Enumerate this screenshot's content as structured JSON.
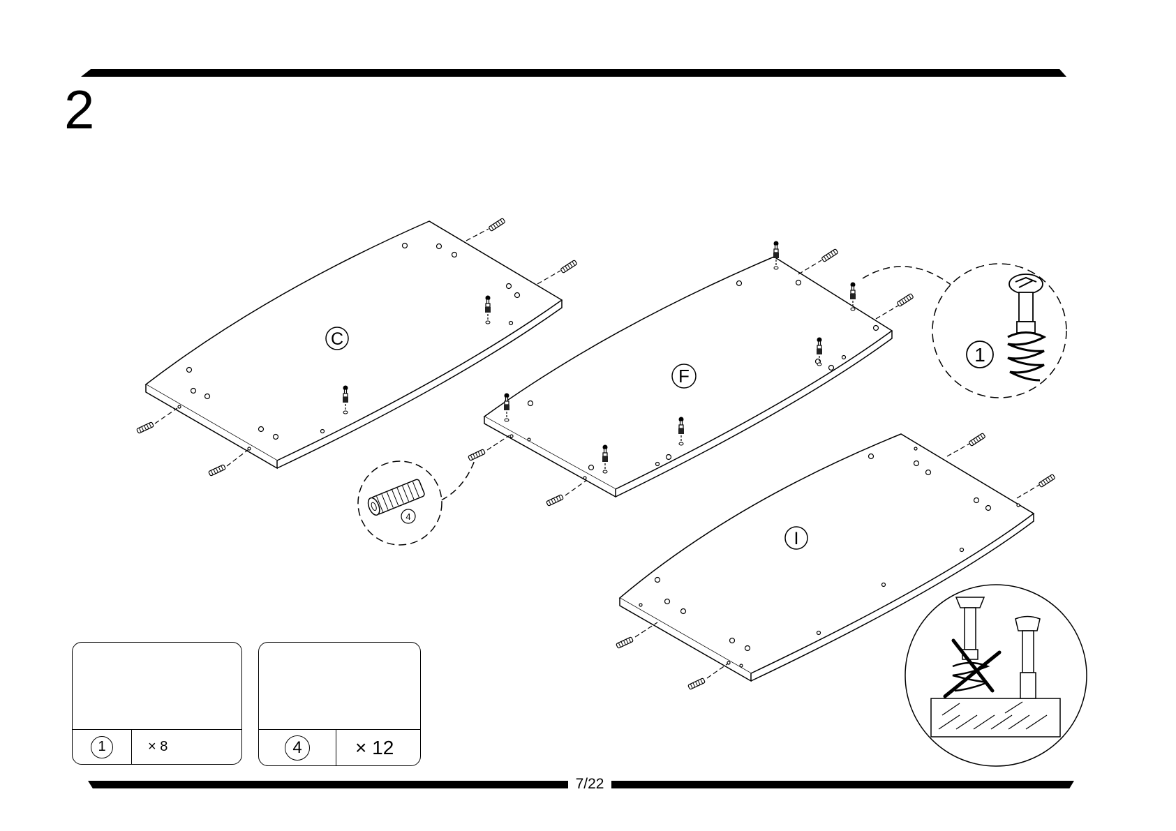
{
  "step": {
    "number": "2"
  },
  "panels": [
    {
      "label": "C"
    },
    {
      "label": "F"
    },
    {
      "label": "I"
    }
  ],
  "callouts": {
    "cam_bolt_label": "1",
    "dowel_label": "4"
  },
  "parts_list": [
    {
      "id": "1",
      "quantity": "× 8"
    },
    {
      "id": "4",
      "quantity": "× 12"
    }
  ],
  "footer": {
    "page": "7/22"
  }
}
